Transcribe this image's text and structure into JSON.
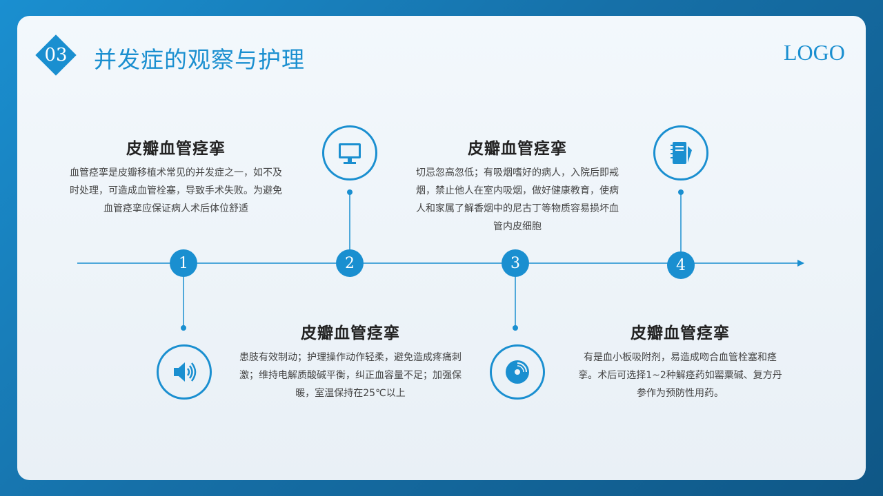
{
  "header": {
    "badge": "03",
    "title": "并发症的观察与护理",
    "logo": "LOGO"
  },
  "steps": [
    {
      "number": "1",
      "title": "皮瓣血管痉挛",
      "text": "血管痉挛是皮瓣移植术常见的并发症之一，如不及时处理，可造成血管栓塞，导致手术失败。为避免血管痉挛应保证病人术后体位舒适",
      "icon": "speaker-icon"
    },
    {
      "number": "2",
      "title": "皮瓣血管痉挛",
      "text": "患肢有效制动；护理操作动作轻柔，避免造成疼痛刺激；维持电解质酸碱平衡，纠正血容量不足；加强保暖，室温保持在25℃以上",
      "icon": "monitor-icon"
    },
    {
      "number": "3",
      "title": "皮瓣血管痉挛",
      "text": "切忌忽高忽低；有吸烟嗜好的病人，入院后即戒烟，禁止他人在室内吸烟，做好健康教育，使病人和家属了解香烟中的尼古丁等物质容易损坏血管内皮细胞",
      "icon": "disc-icon"
    },
    {
      "number": "4",
      "title": "皮瓣血管痉挛",
      "text": "有是血小板吸附剂，易造成吻合血管栓塞和痉挛。术后可选择1~2种解痉药如罂粟碱、复方丹参作为预防性用药。",
      "icon": "notebook-icon"
    }
  ],
  "colors": {
    "accent": "#1a8fd0",
    "card": "#eef4f9",
    "heading": "#222222",
    "body": "#444444"
  }
}
